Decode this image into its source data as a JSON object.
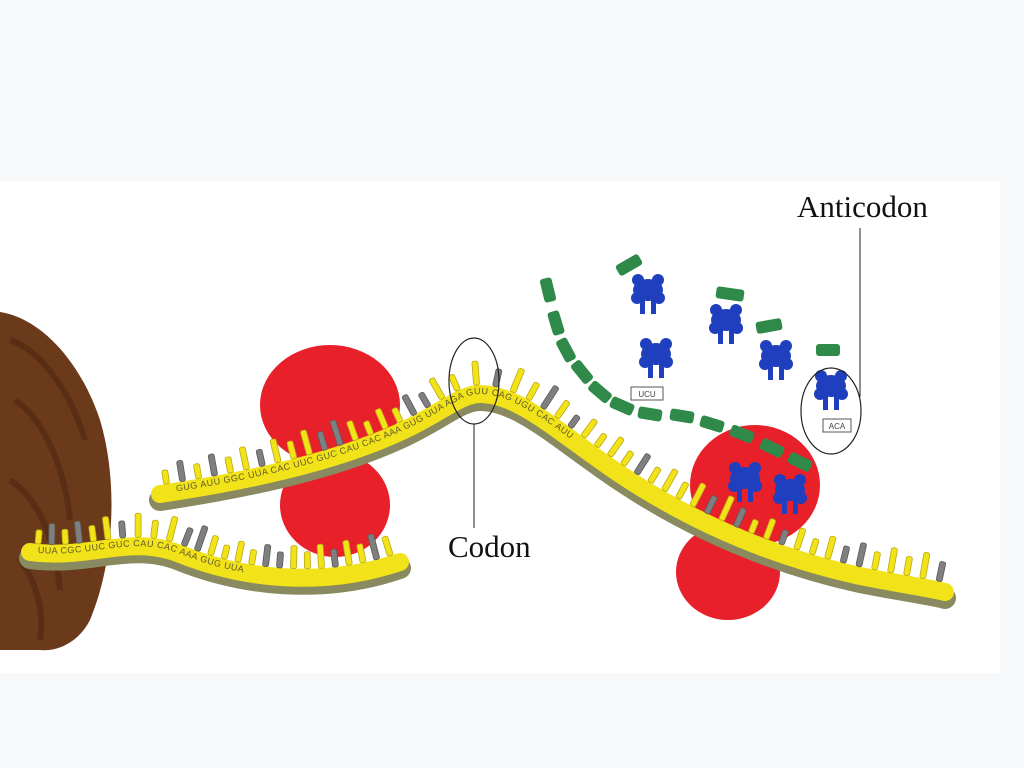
{
  "labels": {
    "anticodon": "Anticodon",
    "codon": "Codon"
  },
  "strand_lower_codons": [
    "UUA",
    "CGC",
    "UUC",
    "GUC",
    "CAU",
    "CAC",
    "AAA",
    "GUG",
    "UUA"
  ],
  "strand_upper_codons": [
    "GUG",
    "AUU",
    "GGC",
    "UUA",
    "CAC",
    "UUC",
    "GUC",
    "CAU",
    "CAC",
    "AAA",
    "GUG",
    "UUA",
    "AGA",
    "GUU",
    "CAG",
    "UGU",
    "CAC",
    "AUU"
  ],
  "trna_anticodons": [
    "UCU",
    "ACA"
  ],
  "colors": {
    "mrna": "#f2e21a",
    "mrna_edge": "#8a8a60",
    "ribosome": "#e8202a",
    "trna": "#1f3fbf",
    "amino_acid": "#2f8a4a",
    "nucleus": "#6b3a1a"
  }
}
